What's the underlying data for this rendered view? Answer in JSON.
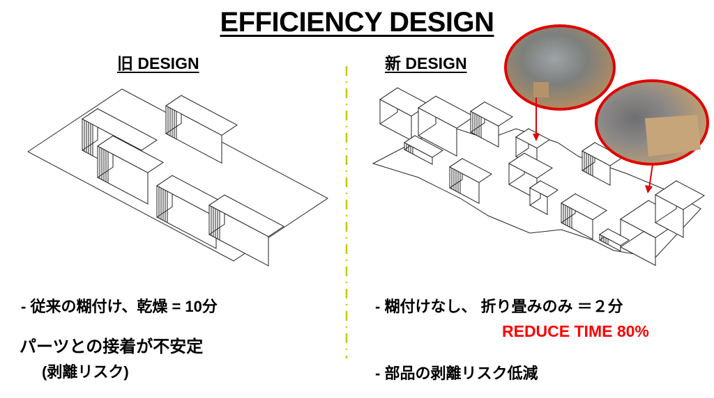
{
  "title": "EFFICIENCY DESIGN",
  "old_design": {
    "heading": "旧 DESIGN",
    "bullet_1": "- 従来の糊付け、乾燥 = 10分",
    "note_line_1": "パーツとの接着が不安定",
    "note_line_2": "(剥離リスク)"
  },
  "new_design": {
    "heading": "新 DESIGN",
    "bullet_1": "- 糊付けなし、 折り畳みのみ ＝２分",
    "highlight": "REDUCE TIME 80%",
    "bullet_2": "- 部品の剥離リスク低減"
  },
  "colors": {
    "highlight": "#ff0000",
    "divider": "#c8c800",
    "callout": "#e00000"
  }
}
